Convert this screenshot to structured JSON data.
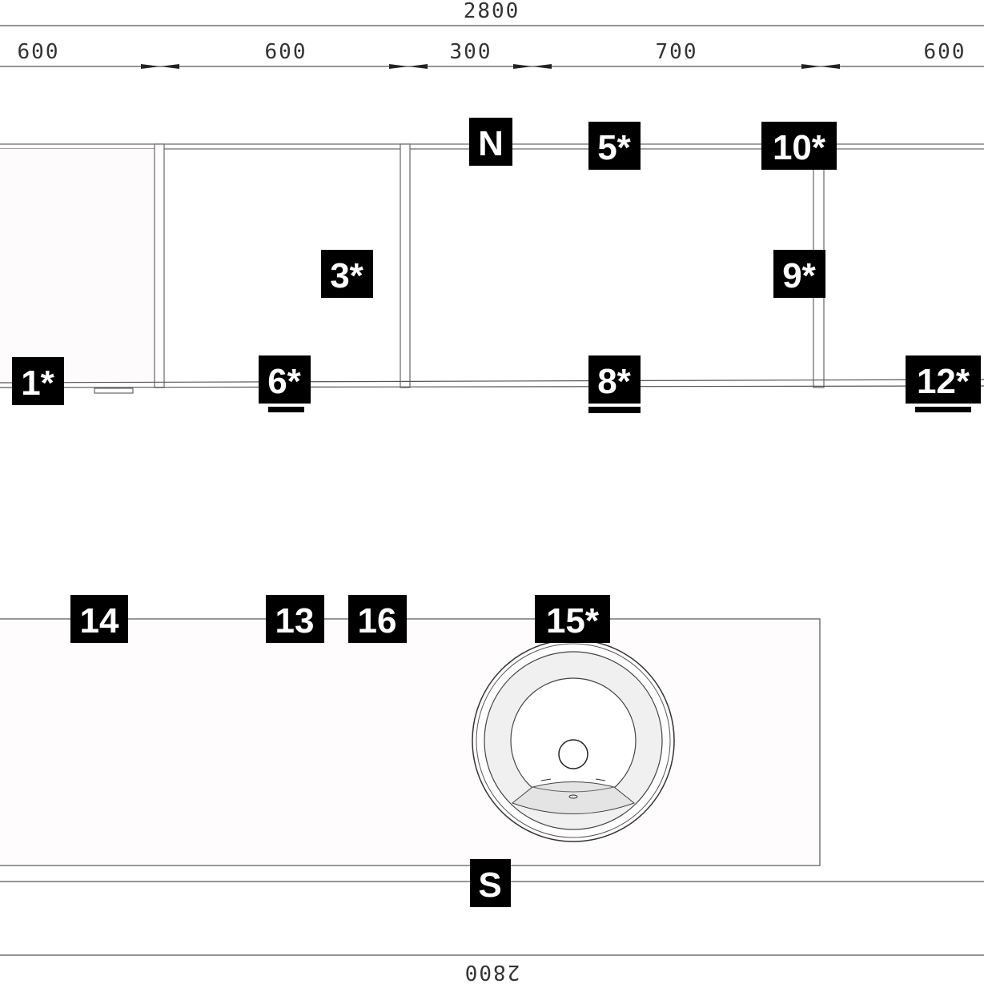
{
  "dimensions": {
    "total_top": "2800",
    "segments": [
      "600",
      "600",
      "300",
      "700",
      "600"
    ],
    "total_bottom": "2800"
  },
  "orientation": {
    "north": "N",
    "south": "S"
  },
  "upper_labels": {
    "n5": "5*",
    "n10": "10*",
    "n3": "3*",
    "n9": "9*",
    "n1": "1*",
    "n6": "6*",
    "n8": "8*",
    "n12": "12*"
  },
  "lower_labels": {
    "n14": "14",
    "n13": "13",
    "n16": "16",
    "n15": "15*"
  }
}
